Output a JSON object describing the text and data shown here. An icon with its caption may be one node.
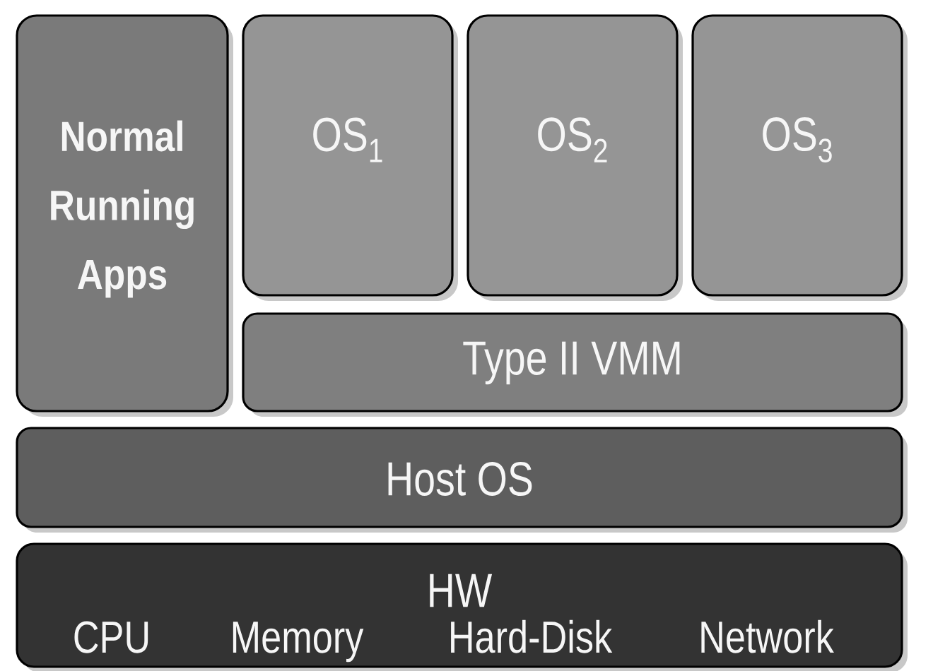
{
  "diagram": {
    "nodes": [
      {
        "text": [
          "Normal Running Apps"
        ]
      },
      {
        "text": [
          "OS$_{1}$"
        ]
      },
      {
        "text": [
          "OS$_{2}$"
        ]
      },
      {
        "text": [
          "OS$_{3}$"
        ]
      },
      {
        "text": [
          "Type II VMM"
        ]
      },
      {
        "text": [
          "Host OS"
        ]
      },
      {
        "text": [
          "HW",
          "CPU",
          "Memory",
          "Hard-Disk",
          "Network"
        ]
      }
    ]
  }
}
